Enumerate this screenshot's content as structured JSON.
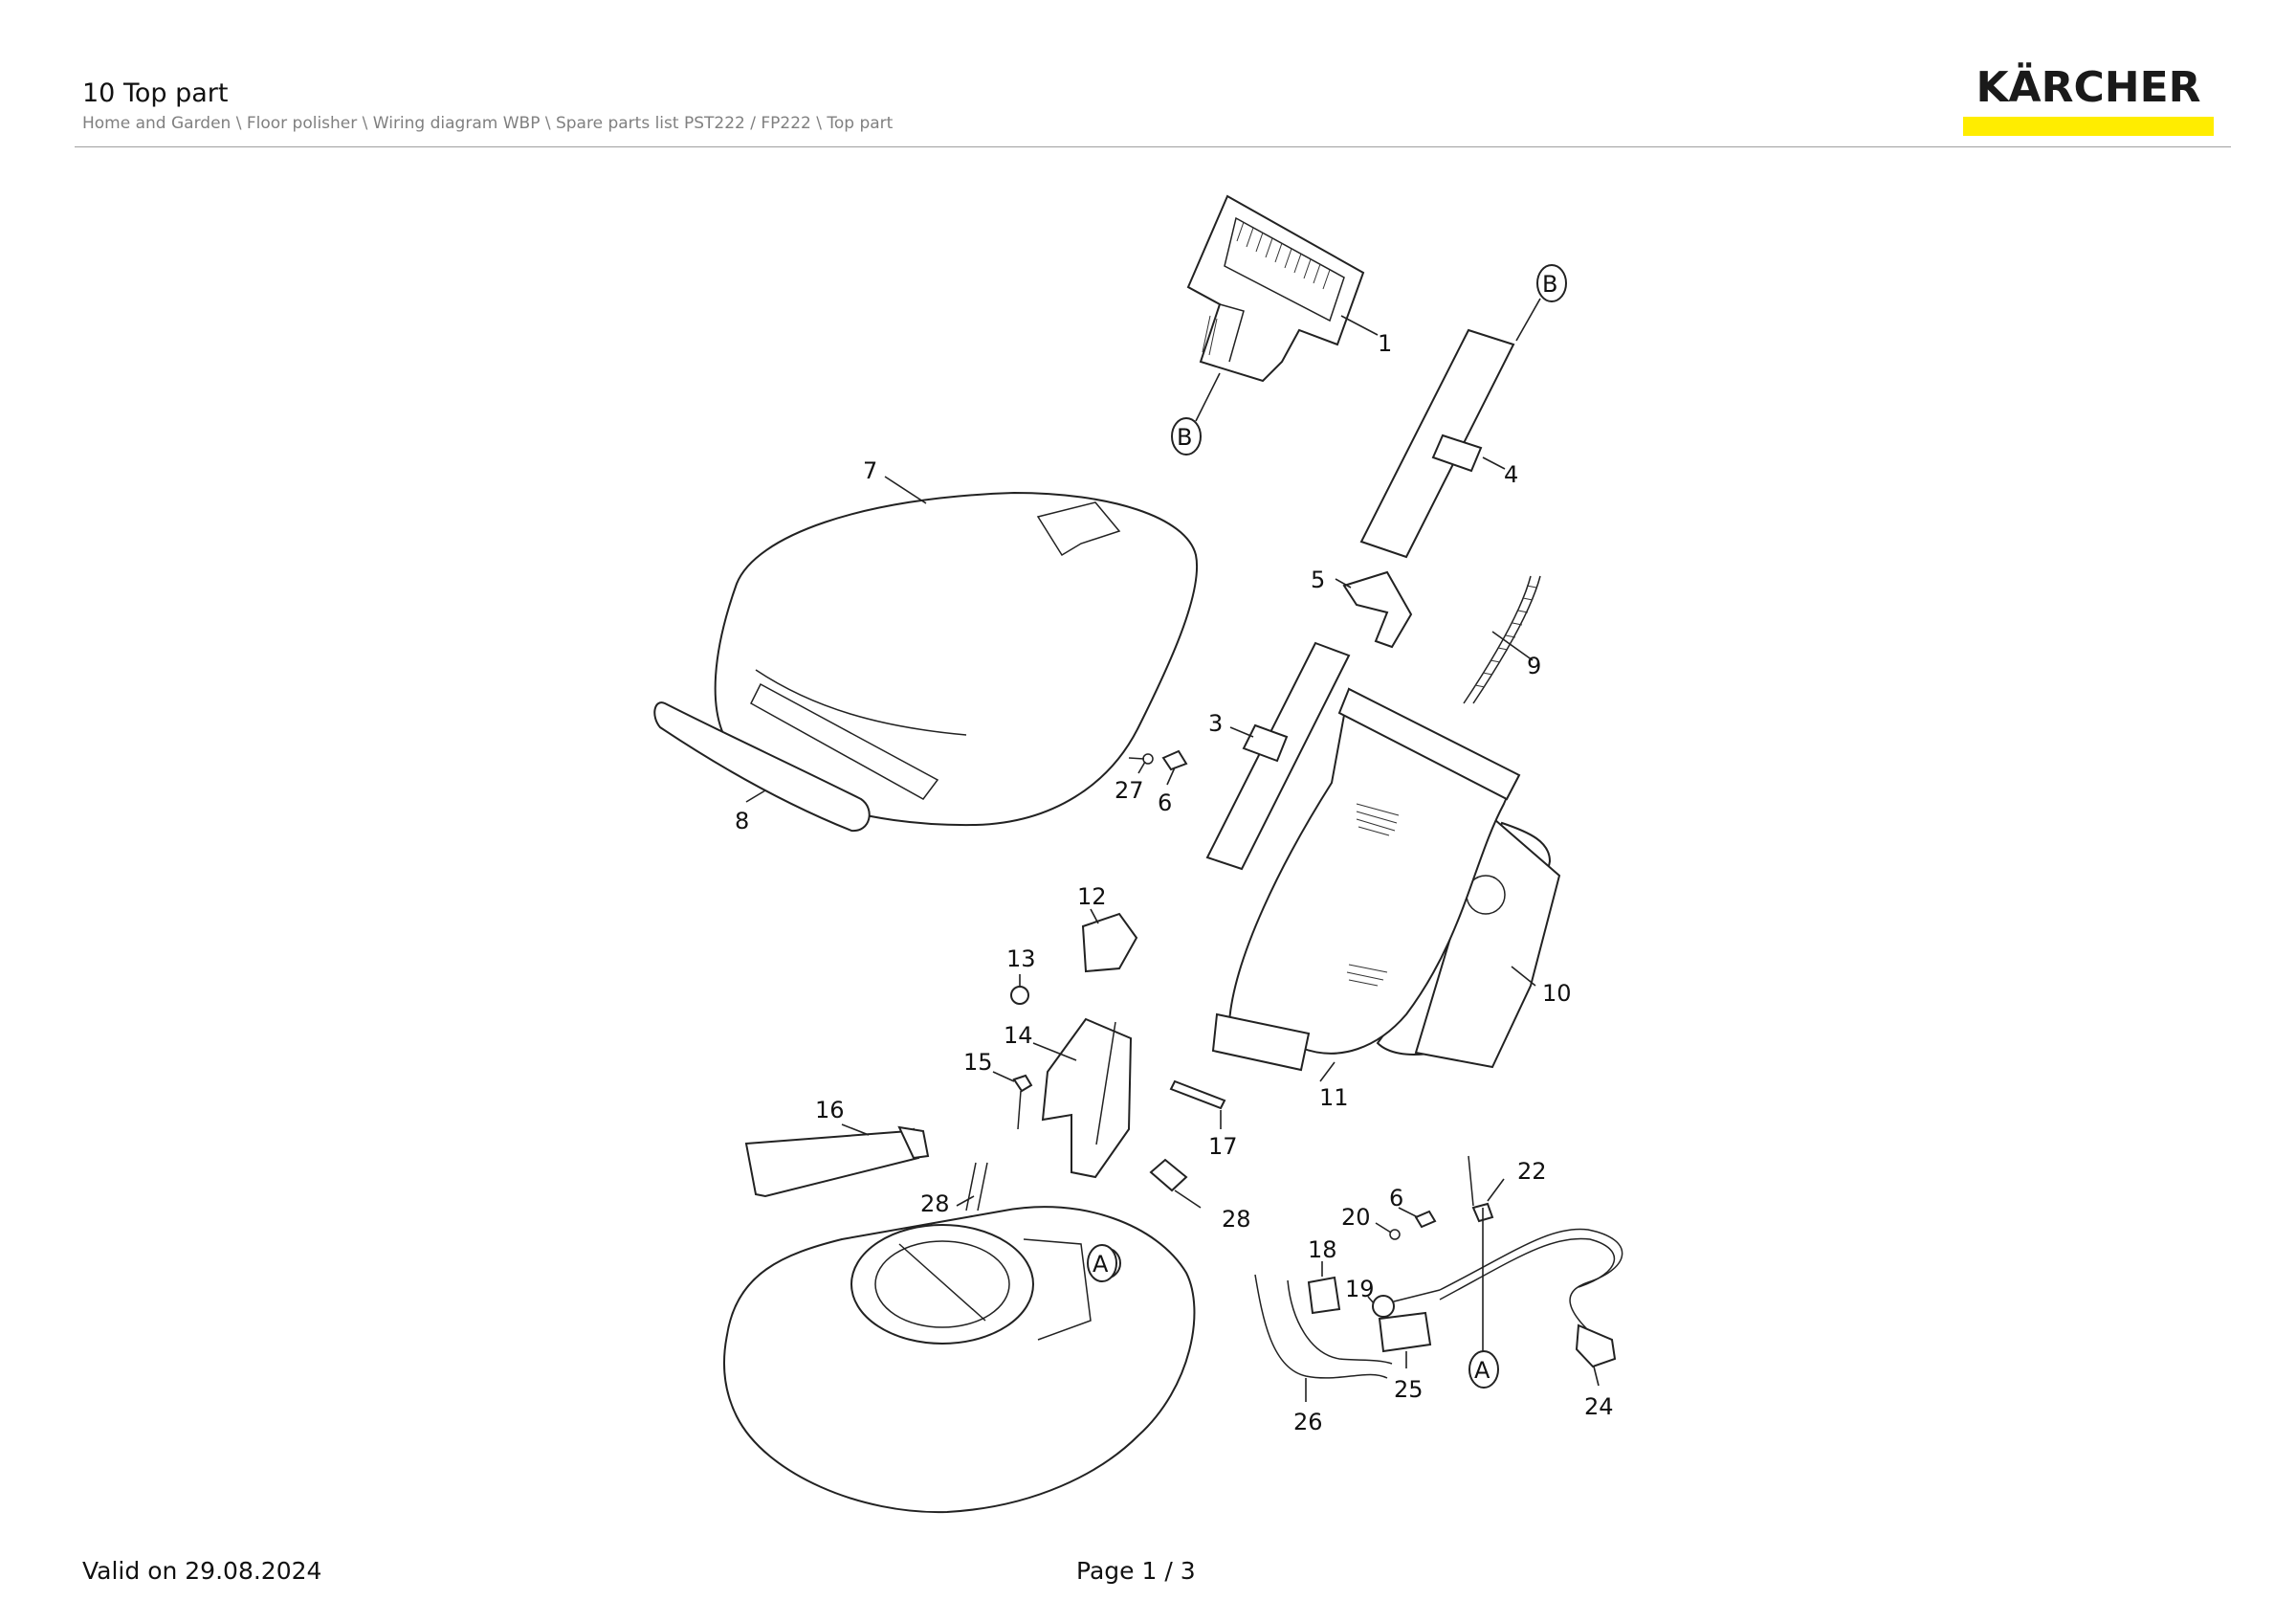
{
  "header": {
    "title": "10 Top part",
    "breadcrumb": "Home and Garden \\ Floor polisher \\ Wiring diagram WBP \\ Spare parts list PST222 / FP222 \\ Top part"
  },
  "brand": {
    "name": "KÄRCHER",
    "accent_color": "#ffed00"
  },
  "footer": {
    "valid": "Valid on 29.08.2024",
    "page": "Page 1 / 3"
  },
  "diagram": {
    "callouts": [
      "1",
      "4",
      "5",
      "9",
      "3",
      "7",
      "8",
      "27",
      "6",
      "12",
      "13",
      "14",
      "15",
      "16",
      "17",
      "10",
      "11",
      "28",
      "28",
      "22",
      "6",
      "20",
      "18",
      "19",
      "25",
      "24",
      "26"
    ],
    "reference_marks": [
      "B",
      "B",
      "A",
      "A"
    ]
  }
}
